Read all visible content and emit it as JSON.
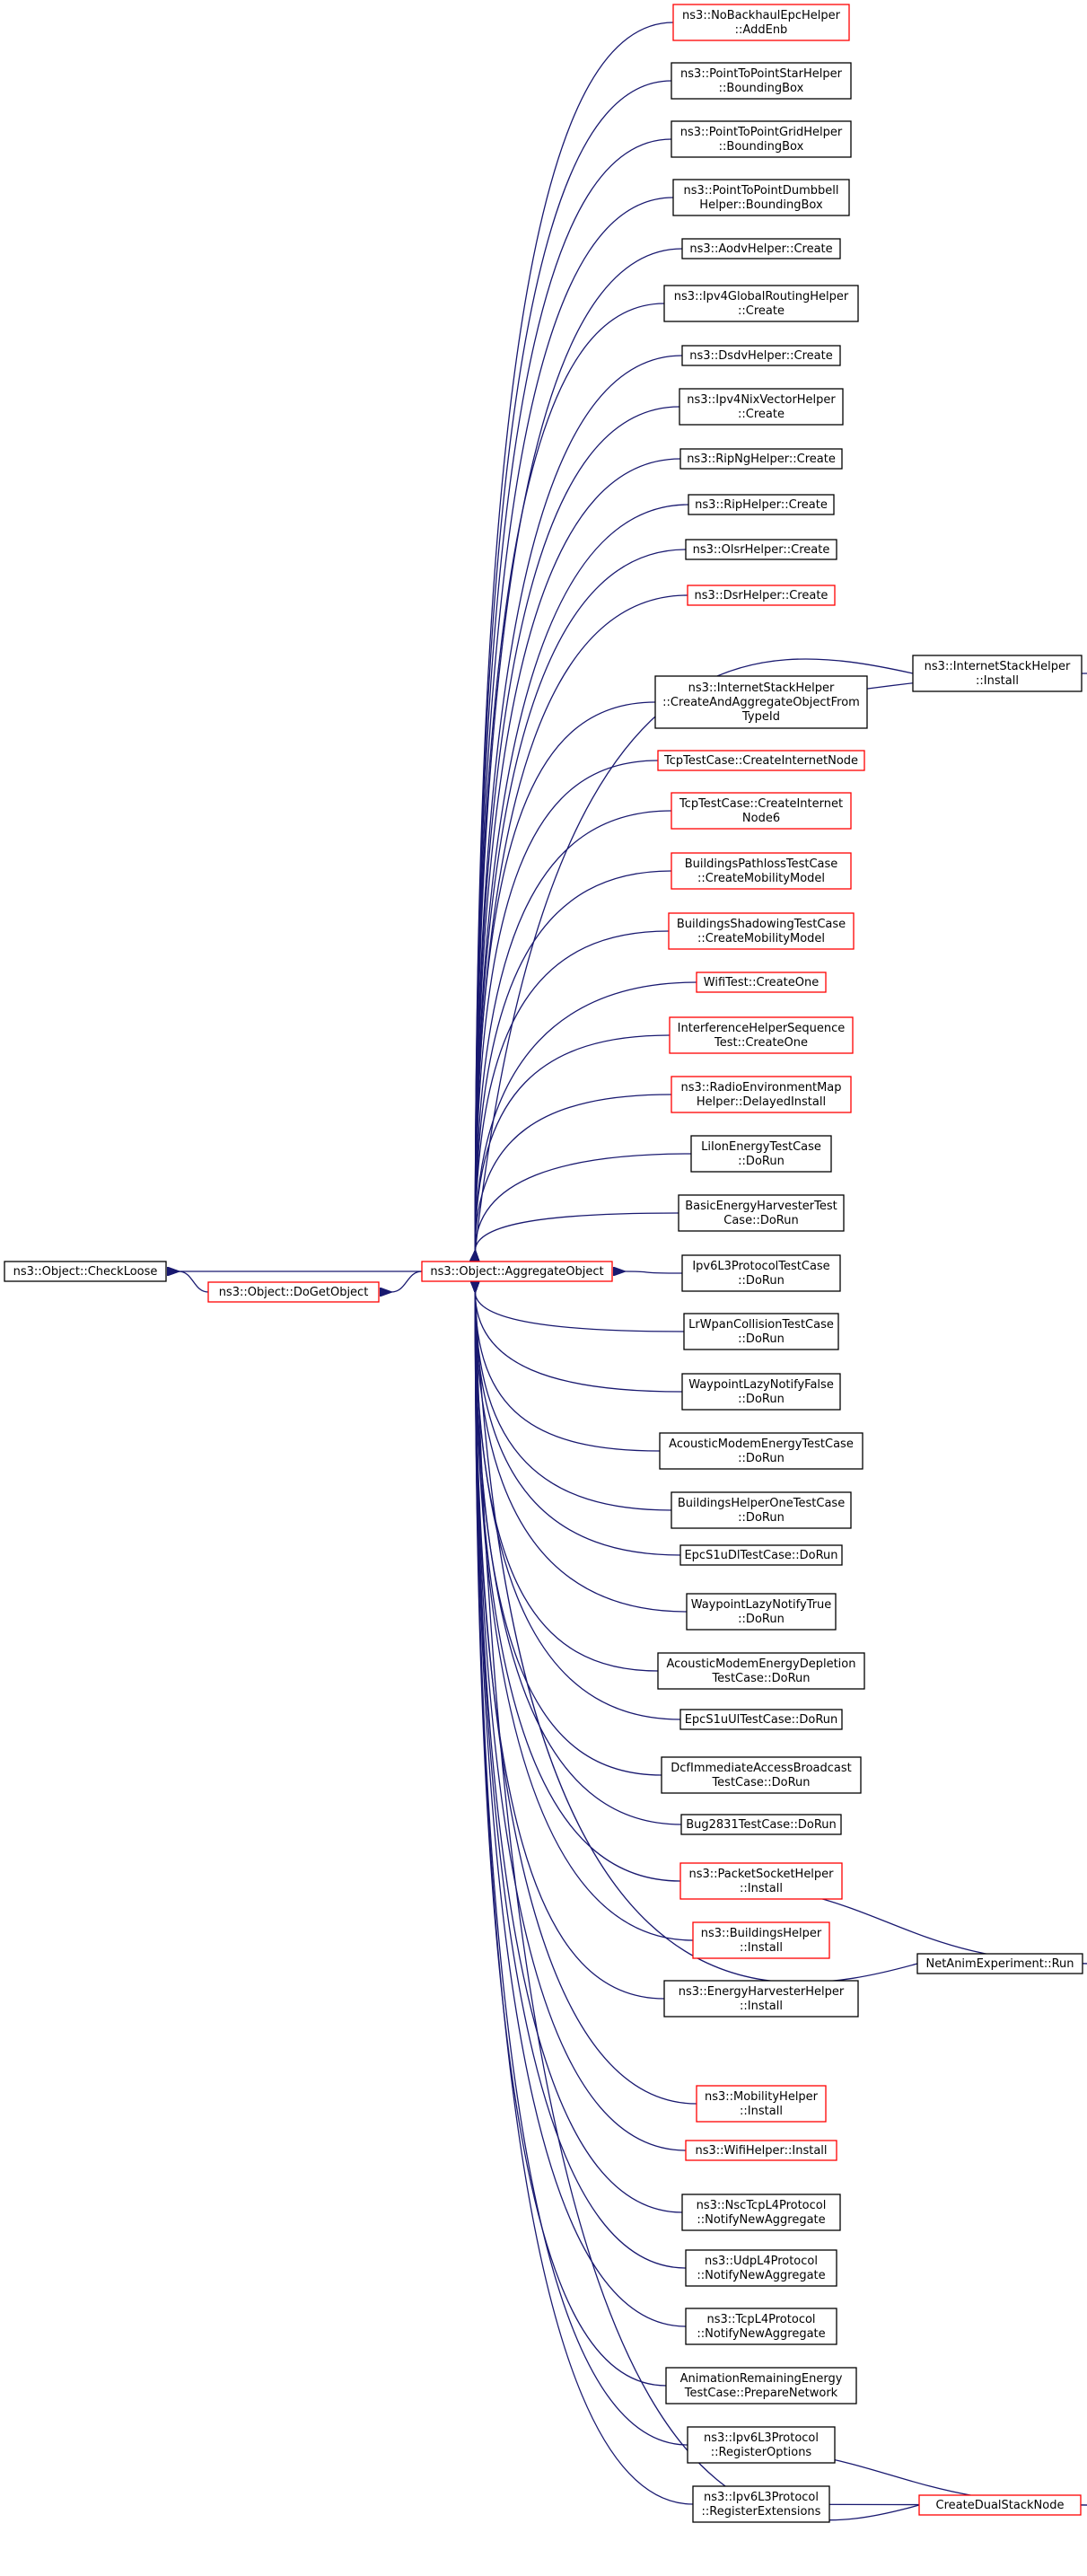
{
  "colors": {
    "edge": "#191970",
    "border_normal": "#000000",
    "border_truncated": "#ff0000",
    "root_fill": "#bfbfbf",
    "background": "#ffffff"
  },
  "nodes": [
    {
      "id": "checkloose",
      "lines": [
        "ns3::Object::CheckLoose"
      ],
      "style": "root"
    },
    {
      "id": "dogetobject",
      "lines": [
        "ns3::Object::DoGetObject"
      ],
      "style": "truncated"
    },
    {
      "id": "aggregate",
      "lines": [
        "ns3::Object::AggregateObject"
      ],
      "style": "truncated"
    },
    {
      "id": "nobackhaul",
      "lines": [
        "ns3::NoBackhaulEpcHelper",
        "::AddEnb"
      ],
      "style": "truncated"
    },
    {
      "id": "p2pstar",
      "lines": [
        "ns3::PointToPointStarHelper",
        "::BoundingBox"
      ],
      "style": "normal"
    },
    {
      "id": "p2pgrid",
      "lines": [
        "ns3::PointToPointGridHelper",
        "::BoundingBox"
      ],
      "style": "normal"
    },
    {
      "id": "p2pdumbbell",
      "lines": [
        "ns3::PointToPointDumbbell",
        "Helper::BoundingBox"
      ],
      "style": "normal"
    },
    {
      "id": "aodv",
      "lines": [
        "ns3::AodvHelper::Create"
      ],
      "style": "normal"
    },
    {
      "id": "ipv4global",
      "lines": [
        "ns3::Ipv4GlobalRoutingHelper",
        "::Create"
      ],
      "style": "normal"
    },
    {
      "id": "dsdv",
      "lines": [
        "ns3::DsdvHelper::Create"
      ],
      "style": "normal"
    },
    {
      "id": "ipv4nix",
      "lines": [
        "ns3::Ipv4NixVectorHelper",
        "::Create"
      ],
      "style": "normal"
    },
    {
      "id": "ripng",
      "lines": [
        "ns3::RipNgHelper::Create"
      ],
      "style": "normal"
    },
    {
      "id": "rip",
      "lines": [
        "ns3::RipHelper::Create"
      ],
      "style": "normal"
    },
    {
      "id": "olsr",
      "lines": [
        "ns3::OlsrHelper::Create"
      ],
      "style": "normal"
    },
    {
      "id": "dsr",
      "lines": [
        "ns3::DsrHelper::Create"
      ],
      "style": "truncated"
    },
    {
      "id": "createaggr",
      "lines": [
        "ns3::InternetStackHelper",
        "::CreateAndAggregateObjectFrom",
        "TypeId"
      ],
      "style": "normal"
    },
    {
      "id": "tcpinternet",
      "lines": [
        "TcpTestCase::CreateInternetNode"
      ],
      "style": "truncated"
    },
    {
      "id": "tcpinternet6",
      "lines": [
        "TcpTestCase::CreateInternet",
        "Node6"
      ],
      "style": "truncated"
    },
    {
      "id": "bldpathloss",
      "lines": [
        "BuildingsPathlossTestCase",
        "::CreateMobilityModel"
      ],
      "style": "truncated"
    },
    {
      "id": "bldshadow",
      "lines": [
        "BuildingsShadowingTestCase",
        "::CreateMobilityModel"
      ],
      "style": "truncated"
    },
    {
      "id": "wifitest",
      "lines": [
        "WifiTest::CreateOne"
      ],
      "style": "truncated"
    },
    {
      "id": "interference",
      "lines": [
        "InterferenceHelperSequence",
        "Test::CreateOne"
      ],
      "style": "truncated"
    },
    {
      "id": "radioenv",
      "lines": [
        "ns3::RadioEnvironmentMap",
        "Helper::DelayedInstall"
      ],
      "style": "truncated"
    },
    {
      "id": "liion",
      "lines": [
        "LiIonEnergyTestCase",
        "::DoRun"
      ],
      "style": "normal"
    },
    {
      "id": "basicenergy",
      "lines": [
        "BasicEnergyHarvesterTest",
        "Case::DoRun"
      ],
      "style": "normal"
    },
    {
      "id": "ipv6l3test",
      "lines": [
        "Ipv6L3ProtocolTestCase",
        "::DoRun"
      ],
      "style": "normal"
    },
    {
      "id": "lrwpan",
      "lines": [
        "LrWpanCollisionTestCase",
        "::DoRun"
      ],
      "style": "normal"
    },
    {
      "id": "waypointfalse",
      "lines": [
        "WaypointLazyNotifyFalse",
        "::DoRun"
      ],
      "style": "normal"
    },
    {
      "id": "acousticenergy",
      "lines": [
        "AcousticModemEnergyTestCase",
        "::DoRun"
      ],
      "style": "normal"
    },
    {
      "id": "bldhelperone",
      "lines": [
        "BuildingsHelperOneTestCase",
        "::DoRun"
      ],
      "style": "normal"
    },
    {
      "id": "epcdl",
      "lines": [
        "EpcS1uDlTestCase::DoRun"
      ],
      "style": "normal"
    },
    {
      "id": "waypointtrue",
      "lines": [
        "WaypointLazyNotifyTrue",
        "::DoRun"
      ],
      "style": "normal"
    },
    {
      "id": "acousticdepletion",
      "lines": [
        "AcousticModemEnergyDepletion",
        "TestCase::DoRun"
      ],
      "style": "normal"
    },
    {
      "id": "epcul",
      "lines": [
        "EpcS1uUlTestCase::DoRun"
      ],
      "style": "normal"
    },
    {
      "id": "dcf",
      "lines": [
        "DcfImmediateAccessBroadcast",
        "TestCase::DoRun"
      ],
      "style": "normal"
    },
    {
      "id": "bug2831",
      "lines": [
        "Bug2831TestCase::DoRun"
      ],
      "style": "normal"
    },
    {
      "id": "packetsocket",
      "lines": [
        "ns3::PacketSocketHelper",
        "::Install"
      ],
      "style": "truncated"
    },
    {
      "id": "bldhelper",
      "lines": [
        "ns3::BuildingsHelper",
        "::Install"
      ],
      "style": "truncated"
    },
    {
      "id": "energyharvester",
      "lines": [
        "ns3::EnergyHarvesterHelper",
        "::Install"
      ],
      "style": "normal"
    },
    {
      "id": "mobility",
      "lines": [
        "ns3::MobilityHelper",
        "::Install"
      ],
      "style": "truncated"
    },
    {
      "id": "wifihelper",
      "lines": [
        "ns3::WifiHelper::Install"
      ],
      "style": "truncated"
    },
    {
      "id": "nsctcp",
      "lines": [
        "ns3::NscTcpL4Protocol",
        "::NotifyNewAggregate"
      ],
      "style": "normal"
    },
    {
      "id": "udpl4",
      "lines": [
        "ns3::UdpL4Protocol",
        "::NotifyNewAggregate"
      ],
      "style": "normal"
    },
    {
      "id": "tcpl4",
      "lines": [
        "ns3::TcpL4Protocol",
        "::NotifyNewAggregate"
      ],
      "style": "normal"
    },
    {
      "id": "animation",
      "lines": [
        "AnimationRemainingEnergy",
        "TestCase::PrepareNetwork"
      ],
      "style": "normal"
    },
    {
      "id": "regoptions",
      "lines": [
        "ns3::Ipv6L3Protocol",
        "::RegisterOptions"
      ],
      "style": "normal"
    },
    {
      "id": "regext",
      "lines": [
        "ns3::Ipv6L3Protocol",
        "::RegisterExtensions"
      ],
      "style": "normal"
    },
    {
      "id": "internetinstall",
      "lines": [
        "ns3::InternetStackHelper",
        "::Install"
      ],
      "style": "normal"
    },
    {
      "id": "netanim",
      "lines": [
        "NetAnimExperiment::Run"
      ],
      "style": "normal"
    },
    {
      "id": "dualstack",
      "lines": [
        "CreateDualStackNode"
      ],
      "style": "truncated"
    }
  ]
}
